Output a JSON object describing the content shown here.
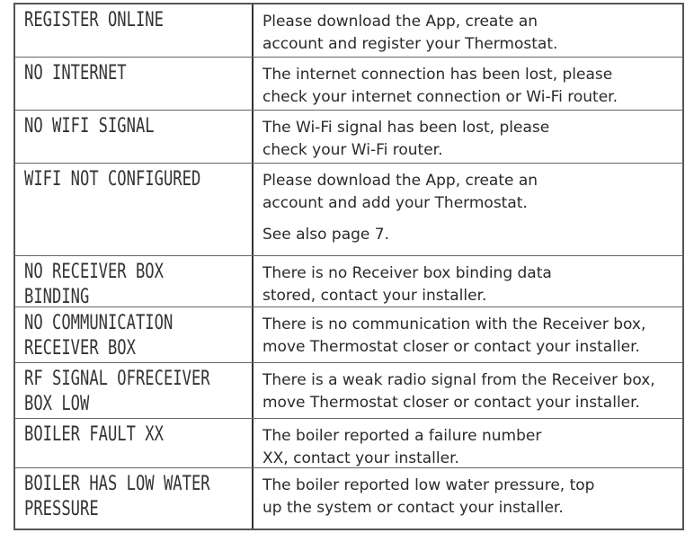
{
  "rows": [
    {
      "code": [
        "REGISTER ONLINE"
      ],
      "desc": [
        "Please download the App, create an",
        "account and register your Thermostat."
      ]
    },
    {
      "code": [
        "NO INTERNET"
      ],
      "desc": [
        "The internet connection has been lost, please",
        "check your internet connection or Wi-Fi router."
      ]
    },
    {
      "code": [
        "NO WIFI SIGNAL"
      ],
      "desc": [
        "The Wi-Fi signal has been lost, please",
        "check your Wi-Fi router."
      ]
    },
    {
      "code": [
        "WIFI NOT CONFIGURED"
      ],
      "desc": [
        "Please download the App, create an",
        "account and add your Thermostat."
      ],
      "extra": "See also page 7."
    },
    {
      "code": [
        "NO RECEIVER BOX",
        "BINDING"
      ],
      "desc": [
        "There is no Receiver box binding data",
        "stored, contact your installer."
      ]
    },
    {
      "code": [
        "NO COMMUNICATION",
        "RECEIVER BOX"
      ],
      "desc": [
        "There is no communication with the Receiver box,",
        "move Thermostat closer or contact your installer."
      ]
    },
    {
      "code": [
        "RF SIGNAL OFRECEIVER",
        "BOX LOW"
      ],
      "desc": [
        "There is a weak radio signal from the Receiver box,",
        "move Thermostat closer or contact your installer."
      ]
    },
    {
      "code": [
        "BOILER FAULT XX"
      ],
      "desc": [
        "The boiler reported a failure number",
        "XX, contact your installer."
      ]
    },
    {
      "code": [
        "BOILER HAS LOW WATER",
        "PRESSURE"
      ],
      "desc": [
        "The boiler reported low water pressure, top",
        "up the system or contact your installer."
      ]
    }
  ]
}
